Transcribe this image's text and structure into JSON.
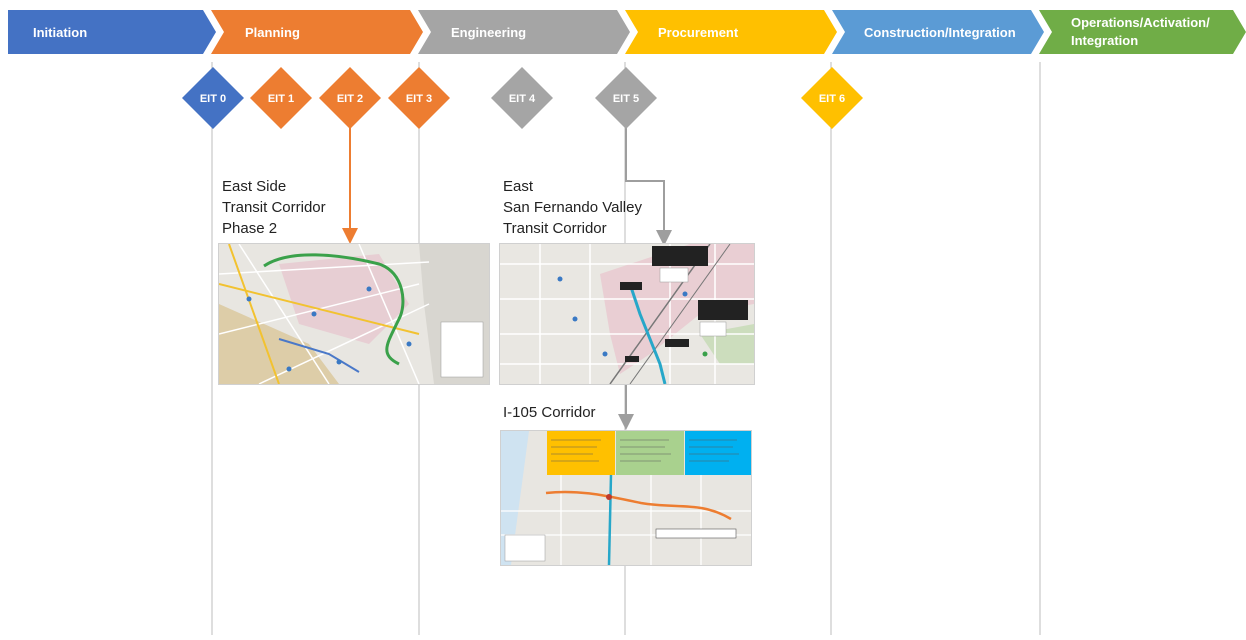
{
  "phases": [
    {
      "label": "Initiation",
      "color": "#4472c4"
    },
    {
      "label": "Planning",
      "color": "#ed7d31"
    },
    {
      "label": "Engineering",
      "color": "#a5a5a5"
    },
    {
      "label": "Procurement",
      "color": "#ffc000"
    },
    {
      "label": "Construction/Integration",
      "color": "#5b9bd5"
    },
    {
      "label": [
        "Operations/Activation/",
        "Integration"
      ],
      "color": "#70ad47"
    }
  ],
  "milestones": [
    {
      "label": "EIT 0",
      "color": "#4472c4"
    },
    {
      "label": "EIT 1",
      "color": "#ed7d31"
    },
    {
      "label": "EIT 2",
      "color": "#ed7d31"
    },
    {
      "label": "EIT 3",
      "color": "#ed7d31"
    },
    {
      "label": "EIT 4",
      "color": "#a5a5a5"
    },
    {
      "label": "EIT 5",
      "color": "#a5a5a5"
    },
    {
      "label": "EIT 6",
      "color": "#ffc000"
    }
  ],
  "projects": {
    "east_side": {
      "title_lines": [
        "East Side",
        "Transit Corridor",
        "Phase 2"
      ]
    },
    "esfv": {
      "title_lines": [
        "East",
        "San Fernando Valley",
        "Transit Corridor"
      ]
    },
    "i105": {
      "title_lines": [
        "I-105 Corridor"
      ]
    }
  },
  "i105_segments": {
    "colors": [
      "#ffc000",
      "#a9d18e",
      "#00b0f0"
    ]
  }
}
